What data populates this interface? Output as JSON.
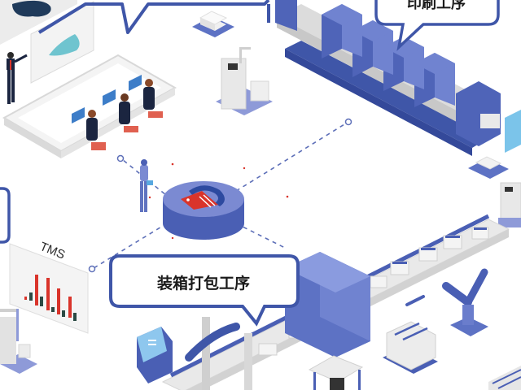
{
  "scene": {
    "title": "Smart factory workflow illustration",
    "colors": {
      "primary_blue": "#3f56a8",
      "mid_blue": "#5d72c4",
      "light_blue": "#7f8fd6",
      "pale_blue": "#c9d0f0",
      "grey_light": "#e6e6e6",
      "grey_mid": "#cfcfcf",
      "accent_red": "#d9342b",
      "white": "#ffffff"
    }
  },
  "bubbles": {
    "printing": {
      "label": "印刷工序"
    },
    "packing": {
      "label": "装箱打包工序"
    }
  },
  "tms_panel": {
    "label": "TMS",
    "chart_bars": [
      {
        "type": "red",
        "height": 4
      },
      {
        "type": "dark",
        "height": 10
      },
      {
        "type": "red",
        "height": 38
      },
      {
        "type": "dark",
        "height": 12
      },
      {
        "type": "red",
        "height": 40
      },
      {
        "type": "dark",
        "height": 6
      },
      {
        "type": "red",
        "height": 32
      },
      {
        "type": "dark",
        "height": 8
      },
      {
        "type": "red",
        "height": 26
      },
      {
        "type": "dark",
        "height": 10
      }
    ]
  },
  "hub": {
    "logo": "R-logo",
    "description": "central data hub disk"
  }
}
